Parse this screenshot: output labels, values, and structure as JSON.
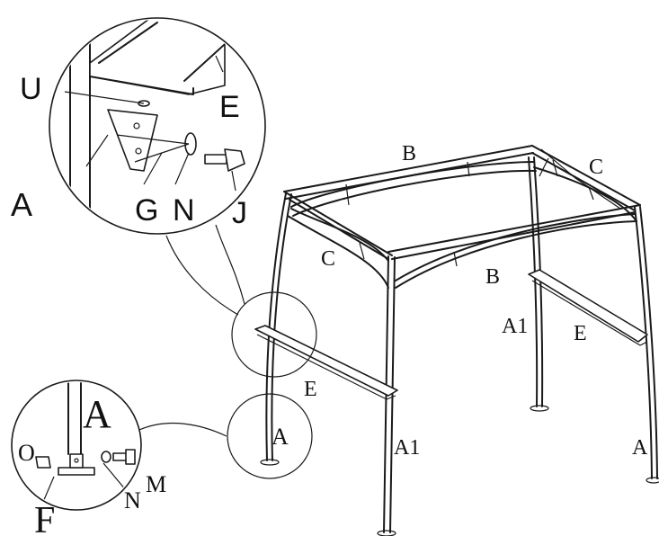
{
  "labels": {
    "u": "U",
    "e_detail": "E",
    "a_detail": "A",
    "g": "G",
    "n_detail": "N",
    "j": "J",
    "b_top": "B",
    "c_right": "C",
    "c_left": "C",
    "b_front": "B",
    "a1_back": "A1",
    "e_right": "E",
    "e_left": "E",
    "a_foot": "A",
    "a1_front": "A1",
    "a_right": "A",
    "a_base": "A",
    "o": "O",
    "m": "M",
    "n_base": "N",
    "f": "F"
  }
}
